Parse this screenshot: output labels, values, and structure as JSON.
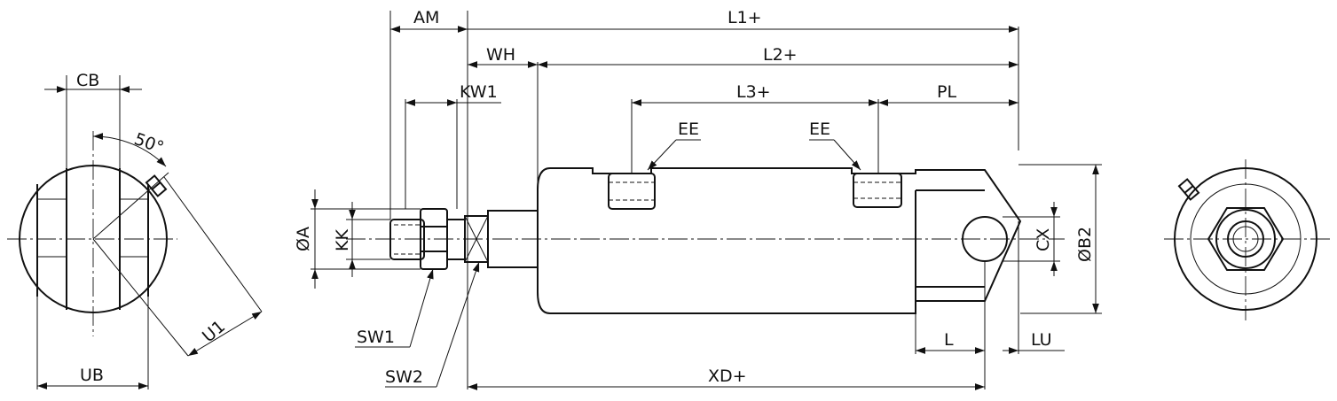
{
  "labels": {
    "am": "AM",
    "l1": "L1+",
    "wh": "WH",
    "l2": "L2+",
    "kw1": "KW1",
    "l3": "L3+",
    "pl": "PL",
    "ee_left": "EE",
    "ee_right": "EE",
    "cb": "CB",
    "angle": "50°",
    "u1": "U1",
    "ub": "UB",
    "dia_a": "ØA",
    "kk": "KK",
    "cx": "CX",
    "dia_b2": "ØB2",
    "sw1": "SW1",
    "sw2": "SW2",
    "l": "L",
    "lu": "LU",
    "xd": "XD+"
  }
}
